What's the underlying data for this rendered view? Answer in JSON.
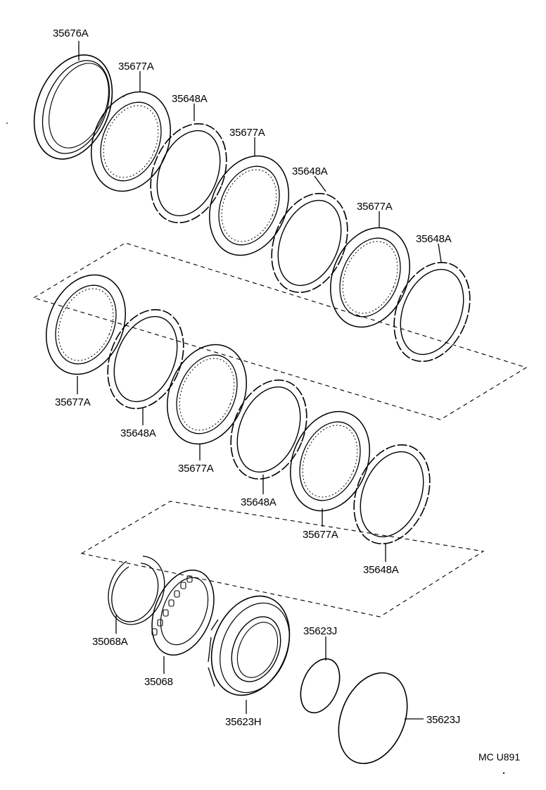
{
  "labels": {
    "plate_top": "35676A",
    "disc_1": "35677A",
    "plate_1": "35648A",
    "disc_2": "35677A",
    "plate_2": "35648A",
    "disc_3": "35677A",
    "plate_3": "35648A",
    "disc_4": "35677A",
    "plate_4": "35648A",
    "disc_5": "35677A",
    "plate_5": "35648A",
    "disc_6": "35677A",
    "plate_6": "35648A",
    "snap_ring": "35068A",
    "spring_retainer": "35068",
    "piston": "35623H",
    "o_ring_inner": "35623J",
    "o_ring_outer": "35623J"
  },
  "drawing_code": "MC U891"
}
